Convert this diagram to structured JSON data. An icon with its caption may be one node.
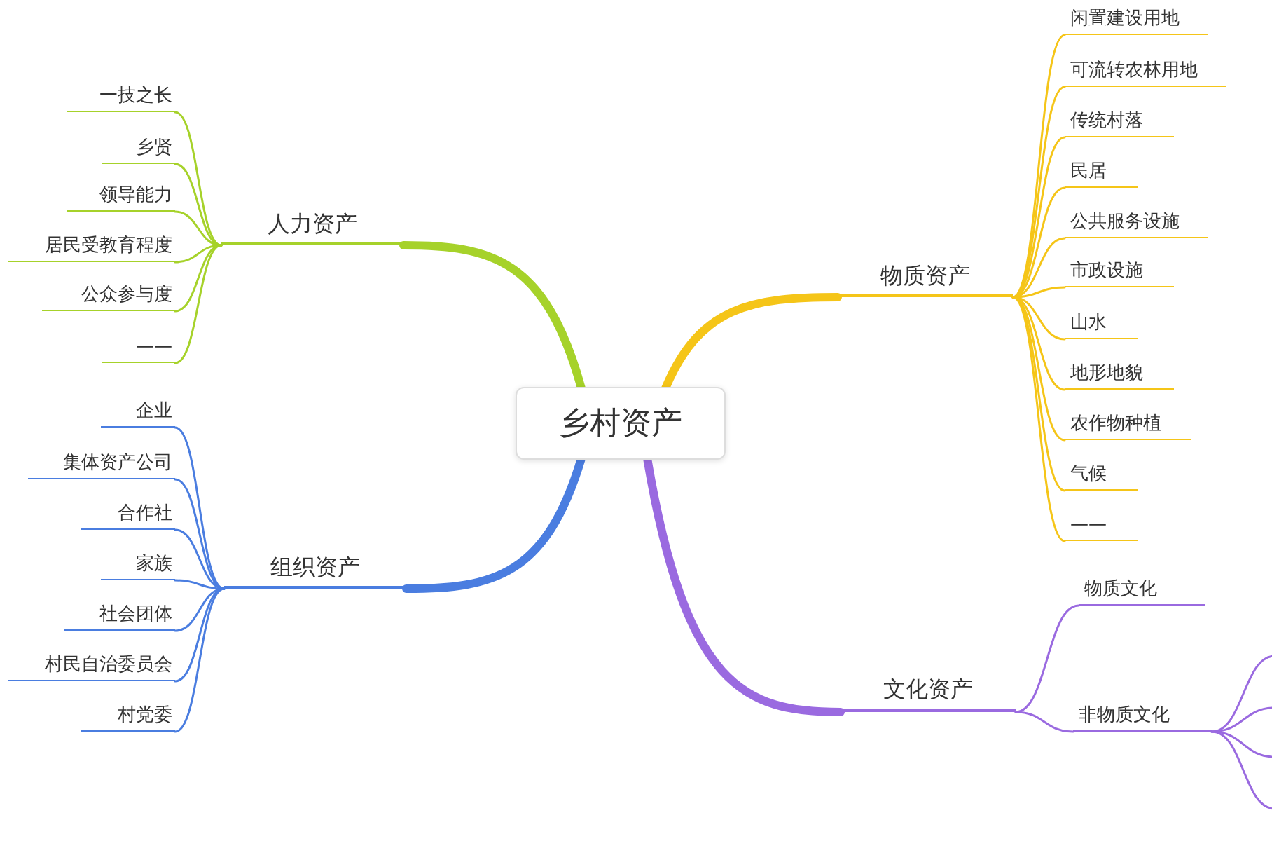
{
  "diagram": {
    "nodes": [
      {
        "text": [
          "乡村资产"
        ]
      },
      {
        "text": [
          "人力资产"
        ]
      },
      {
        "text": [
          "一技之长"
        ]
      },
      {
        "text": [
          "乡贤"
        ]
      },
      {
        "text": [
          "领导能力"
        ]
      },
      {
        "text": [
          "居民受教育程度"
        ]
      },
      {
        "text": [
          "公众参与度"
        ]
      },
      {
        "text": [
          "——"
        ]
      },
      {
        "text": [
          "组织资产"
        ]
      },
      {
        "text": [
          "企业"
        ]
      },
      {
        "text": [
          "集体资产公司"
        ]
      },
      {
        "text": [
          "合作社"
        ]
      },
      {
        "text": [
          "家族"
        ]
      },
      {
        "text": [
          "社会团体"
        ]
      },
      {
        "text": [
          "村民自治委员会"
        ]
      },
      {
        "text": [
          "村党委"
        ]
      },
      {
        "text": [
          "物质资产"
        ]
      },
      {
        "text": [
          "闲置建设用地"
        ]
      },
      {
        "text": [
          "可流转农林用地"
        ]
      },
      {
        "text": [
          "传统村落"
        ]
      },
      {
        "text": [
          "民居"
        ]
      },
      {
        "text": [
          "公共服务设施"
        ]
      },
      {
        "text": [
          "市政设施"
        ]
      },
      {
        "text": [
          "山水"
        ]
      },
      {
        "text": [
          "地形地貌"
        ]
      },
      {
        "text": [
          "农作物种植"
        ]
      },
      {
        "text": [
          "气候"
        ]
      },
      {
        "text": [
          "——"
        ]
      },
      {
        "text": [
          "文化资产"
        ]
      },
      {
        "text": [
          "物质文化"
        ]
      },
      {
        "text": [
          "非物质文化"
        ]
      }
    ],
    "edges": [
      {
        "from": 0,
        "to": 1,
        "arrow": "none",
        "style": "thick",
        "color": "#a6d22a"
      },
      {
        "from": 1,
        "to": 2,
        "arrow": "none",
        "color": "#a6d22a"
      },
      {
        "from": 1,
        "to": 3,
        "arrow": "none",
        "color": "#a6d22a"
      },
      {
        "from": 1,
        "to": 4,
        "arrow": "none",
        "color": "#a6d22a"
      },
      {
        "from": 1,
        "to": 5,
        "arrow": "none",
        "color": "#a6d22a"
      },
      {
        "from": 1,
        "to": 6,
        "arrow": "none",
        "color": "#a6d22a"
      },
      {
        "from": 1,
        "to": 7,
        "arrow": "none",
        "color": "#a6d22a"
      },
      {
        "from": 0,
        "to": 8,
        "arrow": "none",
        "style": "thick",
        "color": "#4a7de0"
      },
      {
        "from": 8,
        "to": 9,
        "arrow": "none",
        "color": "#4a7de0"
      },
      {
        "from": 8,
        "to": 10,
        "arrow": "none",
        "color": "#4a7de0"
      },
      {
        "from": 8,
        "to": 11,
        "arrow": "none",
        "color": "#4a7de0"
      },
      {
        "from": 8,
        "to": 12,
        "arrow": "none",
        "color": "#4a7de0"
      },
      {
        "from": 8,
        "to": 13,
        "arrow": "none",
        "color": "#4a7de0"
      },
      {
        "from": 8,
        "to": 14,
        "arrow": "none",
        "color": "#4a7de0"
      },
      {
        "from": 8,
        "to": 15,
        "arrow": "none",
        "color": "#4a7de0"
      },
      {
        "from": 0,
        "to": 16,
        "arrow": "none",
        "style": "thick",
        "color": "#f5c518"
      },
      {
        "from": 16,
        "to": 17,
        "arrow": "none",
        "color": "#f5c518"
      },
      {
        "from": 16,
        "to": 18,
        "arrow": "none",
        "color": "#f5c518"
      },
      {
        "from": 16,
        "to": 19,
        "arrow": "none",
        "color": "#f5c518"
      },
      {
        "from": 16,
        "to": 20,
        "arrow": "none",
        "color": "#f5c518"
      },
      {
        "from": 16,
        "to": 21,
        "arrow": "none",
        "color": "#f5c518"
      },
      {
        "from": 16,
        "to": 22,
        "arrow": "none",
        "color": "#f5c518"
      },
      {
        "from": 16,
        "to": 23,
        "arrow": "none",
        "color": "#f5c518"
      },
      {
        "from": 16,
        "to": 24,
        "arrow": "none",
        "color": "#f5c518"
      },
      {
        "from": 16,
        "to": 25,
        "arrow": "none",
        "color": "#f5c518"
      },
      {
        "from": 16,
        "to": 26,
        "arrow": "none",
        "color": "#f5c518"
      },
      {
        "from": 16,
        "to": 27,
        "arrow": "none",
        "color": "#f5c518"
      },
      {
        "from": 0,
        "to": 28,
        "arrow": "none",
        "style": "thick",
        "color": "#9a6ae0"
      },
      {
        "from": 28,
        "to": 29,
        "arrow": "none",
        "color": "#9a6ae0"
      },
      {
        "from": 28,
        "to": 30,
        "arrow": "none",
        "color": "#9a6ae0"
      },
      {
        "from": 30,
        "to": null,
        "arrow": "none",
        "color": "#9a6ae0"
      },
      {
        "from": 30,
        "to": null,
        "arrow": "none",
        "color": "#9a6ae0"
      },
      {
        "from": 30,
        "to": null,
        "arrow": "none",
        "color": "#9a6ae0"
      },
      {
        "from": 30,
        "to": null,
        "arrow": "none",
        "color": "#9a6ae0"
      }
    ]
  }
}
